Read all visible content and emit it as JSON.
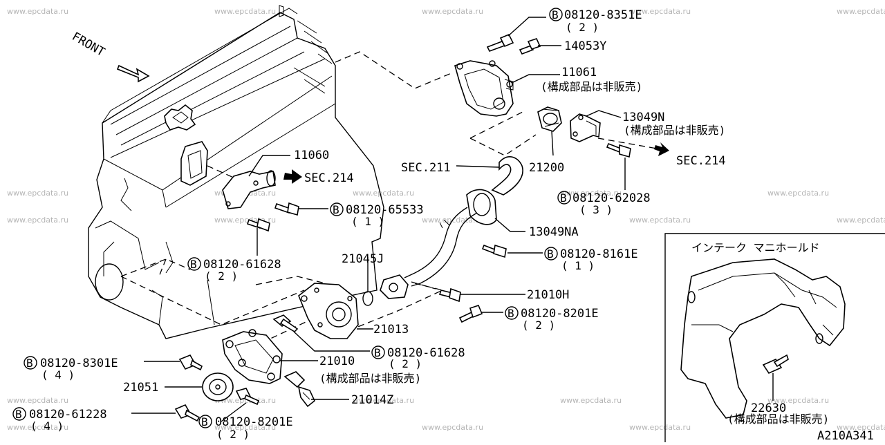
{
  "watermark": "www.epcdata.ru",
  "front_label": "FRONT",
  "diagram_code": "A210A341",
  "inset_title": "インテーク マニホールド",
  "bolt_symbol": "B",
  "labels": {
    "p08120_8351e": "08120-8351E",
    "p08120_8351e_qty": "( 2 )",
    "p14053y": "14053Y",
    "p11061": "11061",
    "p11061_note": "(構成部品は非販売)",
    "p13049n": "13049N",
    "p13049n_note": "(構成部品は非販売)",
    "sec214_right": "SEC.214",
    "p11060": "11060",
    "sec214_left": "SEC.214",
    "sec211": "SEC.211",
    "p21200": "21200",
    "p08120_62028": "08120-62028",
    "p08120_62028_qty": "( 3 )",
    "p08120_65533": "08120-65533",
    "p08120_65533_qty": "( 1 )",
    "p13049na": "13049NA",
    "p08120_61628_a": "08120-61628",
    "p08120_61628_a_qty": "( 2 )",
    "p21045j": "21045J",
    "p08120_8161e": "08120-8161E",
    "p08120_8161e_qty": "( 1 )",
    "p21010h": "21010H",
    "p08120_8201e_a": "08120-8201E",
    "p08120_8201e_a_qty": "( 2 )",
    "p21013": "21013",
    "p08120_61628_b": "08120-61628",
    "p08120_61628_b_qty": "( 2 )",
    "p08120_8301e": "08120-8301E",
    "p08120_8301e_qty": "( 4 )",
    "p21010": "21010",
    "p21010_note": "(構成部品は非販売)",
    "p21051": "21051",
    "p21014z": "21014Z",
    "p08120_61228": "08120-61228",
    "p08120_61228_qty": "( 4 )",
    "p08120_8201e_b": "08120-8201E",
    "p08120_8201e_b_qty": "( 2 )",
    "p22630": "22630",
    "p22630_note": "(構成部品は非販売)"
  }
}
